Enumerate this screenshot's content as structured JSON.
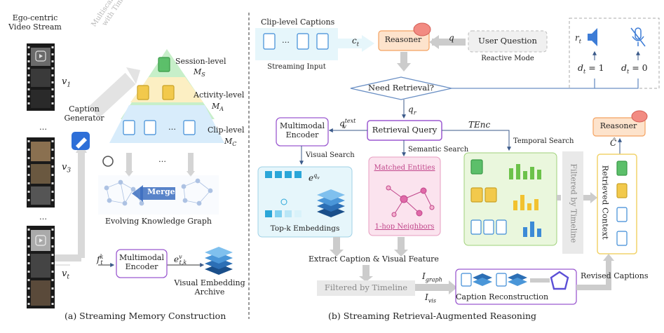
{
  "panel_a": {
    "stream_title": "Ego-centric\nVideo Stream",
    "caption_generator": "Caption\nGenerator",
    "multiscale_label": "Multiscale Captions\nwith Timestamp",
    "session_level": "Session-level",
    "session_sym": "M",
    "session_sub": "S",
    "activity_level": "Activity-level",
    "activity_sym": "M",
    "activity_sub": "A",
    "clip_level": "Clip-level",
    "clip_sym": "M",
    "clip_sub": "C",
    "ellipsis": "…",
    "merge": "Merge",
    "kg_label": "Evolving Knowledge Graph",
    "v1": "v",
    "v1_sub": "1",
    "v3": "v",
    "v3_sub": "3",
    "vt": "v",
    "vt_sub": "t",
    "ftk": "f",
    "ftk_sup": "k",
    "ftk_sub": "t",
    "encoder": "Multimodal\nEncoder",
    "etkv": "e",
    "etkv_sup": "v",
    "etkv_sub": "t,k",
    "archive": "Visual Embedding\nArchive",
    "caption": "(a) Streaming Memory Construction"
  },
  "panel_b": {
    "clip_captions": "Clip-level Captions",
    "streaming_input": "Streaming Input",
    "ct": "c",
    "ct_sub": "t",
    "reasoner": "Reasoner",
    "q": "q",
    "user_question": "User Question",
    "reactive_mode": "Reactive Mode",
    "rt": "r",
    "rt_sub": "t",
    "dt1": "d",
    "dt1_sub": "t",
    "dt1_eq": " = 1",
    "dt0": "d",
    "dt0_sub": "t",
    "dt0_eq": " = 0",
    "need_retrieval": "Need Retrieval?",
    "qr": "q",
    "qr_sub": "r",
    "qvtext": "q",
    "qvtext_sup": "text",
    "qvtext_sub": "v",
    "multimodal_encoder": "Multimodal\nEncoder",
    "retrieval_query": "Retrieval Query",
    "tenc": "TEnc",
    "reasoner2": "Reasoner",
    "chat": "Ĉ",
    "visual_search": "Visual Search",
    "semantic_search": "Semantic Search",
    "temporal_search": "Temporal Search",
    "eqv": "e",
    "eqv_sup": "q",
    "eqv_supsub": "v",
    "topk": "Top-k Embeddings",
    "matched": "Matched Entities",
    "hop": "1-hop Neighbors",
    "filtered_vert": "Filtered by Timeline",
    "retrieved_context": "Retrieved Context",
    "extract": "Extract Caption & Visual Feature",
    "filtered_horiz": "Filtered by Timeline",
    "igraph": "I",
    "igraph_sub": "graph",
    "ivis": "I",
    "ivis_sub": "vis",
    "caption_recon": "Caption Reconstruction",
    "revised": "Revised Captions",
    "caption": "(b) Streaming Retrieval-Augmented Reasoning"
  },
  "colors": {
    "reasoner_fill": "#fde3cc",
    "reasoner_border": "#f4a261",
    "purple": "#9b59d0",
    "blue_line": "#6a8fc4",
    "green_fill": "#eaf7dd",
    "green_border": "#9fd17a",
    "pink_fill": "#fbe3ee",
    "pink_border": "#e79cc0",
    "yellow_border": "#f2d36b",
    "teal_fill": "#e6f6fb",
    "pyramid_green": "#c7efc9",
    "pyramid_yellow": "#fcefc3",
    "pyramid_blue": "#d8ecfb"
  }
}
